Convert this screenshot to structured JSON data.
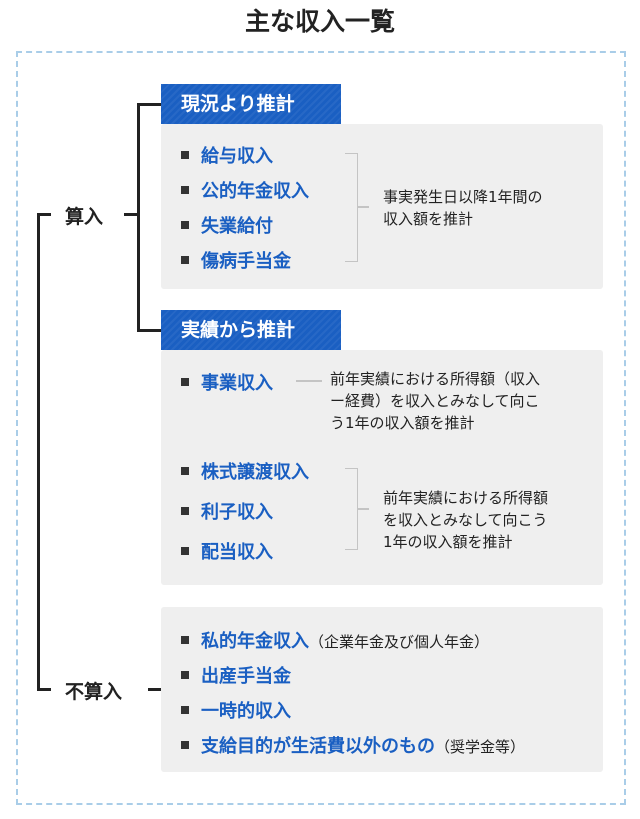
{
  "title": "主な収入一覧",
  "sanyu": {
    "label": "算入",
    "group1": {
      "header": "現況より推計",
      "items": [
        "給与収入",
        "公的年金収入",
        "失業給付",
        "傷病手当金"
      ],
      "note_lines": [
        "事実発生日以降1年間の",
        "収入額を推計"
      ]
    },
    "group2": {
      "header": "実績から推計",
      "item_a": "事業収入",
      "note_a_lines": [
        "前年実績における所得額（収入",
        "ー経費）を収入とみなして向こ",
        "う1年の収入額を推計"
      ],
      "items_b": [
        "株式譲渡収入",
        "利子収入",
        "配当収入"
      ],
      "note_b_lines": [
        "前年実績における所得額",
        "を収入とみなして向こう",
        "1年の収入額を推計"
      ]
    }
  },
  "fusanyu": {
    "label": "不算入",
    "items": [
      {
        "text": "私的年金収入",
        "paren": "（企業年金及び個人年金）"
      },
      {
        "text": "出産手当金",
        "paren": ""
      },
      {
        "text": "一時的収入",
        "paren": ""
      },
      {
        "text": "支給目的が生活費以外のもの",
        "paren": "（奨学金等）"
      }
    ]
  }
}
